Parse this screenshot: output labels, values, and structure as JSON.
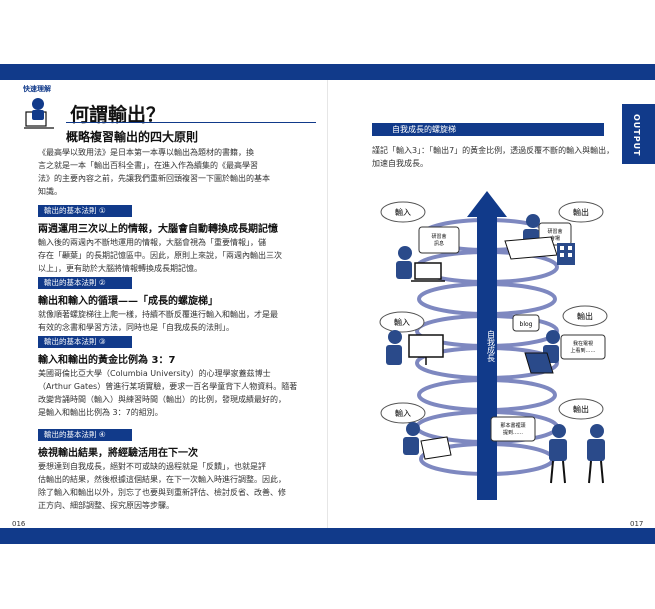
{
  "left_page": {
    "badge_text": "快速理解",
    "title": "何謂輸出？",
    "subtitle": "概略複習輸出的四大原則",
    "intro": [
      "《最高學以致用法》是日本第一本專以輸出為題材的書籍，換",
      "言之就是一本「輸出百科全書」，在進入作為續集的《最高學習",
      "法》的主要內容之前，先讓我們重新回頭複習一下圖於輸出的基本",
      "知識。"
    ],
    "laws": [
      {
        "label": "輸出的基本法則 ①",
        "heading": "兩週運用三次以上的情報，大腦會自動轉換成長期記憶",
        "body": [
          "輸入後的兩週內不斷地運用的情報，大腦會視為「重要情報」，儲",
          "存在「顳葉」的長期記憶區中。因此，原則上來說，「兩週內輸出三次",
          "以上」，更有助於大腦將情報轉換成長期記憶。"
        ]
      },
      {
        "label": "輸出的基本法則 ②",
        "heading": "輸出和輸入的循環——「成長的螺旋梯」",
        "body": [
          "就像順著螺旋梯往上爬一樣，持續不斷反覆進行輸入和輸出，才是最",
          "有效的念書和學習方法，同時也是「自我成長的法則」。"
        ]
      },
      {
        "label": "輸出的基本法則 ③",
        "heading": "輸入和輸出的黃金比例為 3：7",
        "body": [
          "美國哥倫比亞大學（Columbia University）的心理學家蓋茲博士",
          "（Arthur Gates）曾進行某項實驗，要求一百名學童背下人物資料。隨著",
          "改變背誦時間（輸入）與練習時間（輸出）的比例，發現成績最好的，",
          "是輸入和輸出比例為 3：7的組別。"
        ]
      },
      {
        "label": "輸出的基本法則 ④",
        "heading": "檢視輸出結果，將經驗活用在下一次",
        "body": [
          "要想達到自我成長，絕對不可或缺的過程就是「反饋」，也就是評",
          "估輸出的結果，然後根據這個結果，在下一次輸入時進行調整。因此，",
          "除了輸入和輸出以外，別忘了也要與到重新評估、檢討反省、改善、修",
          "正方向、細部調整、探究原因等步驟。"
        ]
      }
    ],
    "page_number": "016"
  },
  "right_page": {
    "side_tab": "OUTPUT",
    "section_label": "自我成長的螺旋梯",
    "lead": [
      "謹記「輸入3」：「輸出7」的黃金比例，透過反覆不斷的輸入與輸出，",
      "加速自我成長。"
    ],
    "diagram": {
      "arrow_label": "自我成長",
      "input_label": "輸入",
      "output_label": "輸出",
      "bubbles": {
        "b1": "研習會\n訊息",
        "b2": "研習會\n會場",
        "b3": "blog",
        "b4": "我在電視\n上看到……",
        "b5": "那本書裡頭\n提到……"
      }
    },
    "page_number": "017"
  },
  "colors": {
    "navy": "#113a8a",
    "spiral": "#7e88c0",
    "figure": "#2a4a8a"
  }
}
